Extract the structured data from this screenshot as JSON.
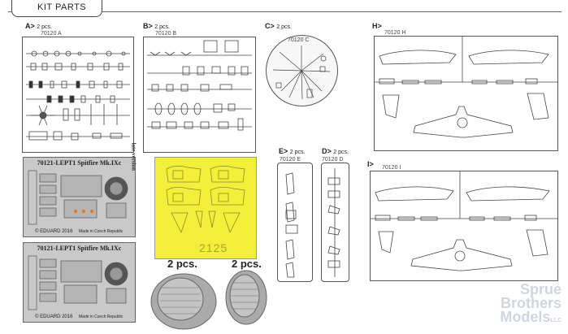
{
  "header": {
    "title": "KIT PARTS"
  },
  "sprues": {
    "A": {
      "letter": "A>",
      "pcs": "2 pcs.",
      "code": "70120 A"
    },
    "B": {
      "letter": "B>",
      "pcs": "2 pcs.",
      "code": "70120 B"
    },
    "C": {
      "letter": "C>",
      "pcs": "2 pcs.",
      "code": "70120 C"
    },
    "H": {
      "letter": "H>",
      "code": "70120 H"
    },
    "E": {
      "letter": "E>",
      "pcs": "2 pcs.",
      "code": "70120 E"
    },
    "D": {
      "letter": "D>",
      "pcs": "2 pcs.",
      "code": "70120 D"
    },
    "I": {
      "letter": "I>",
      "code": "70120 I"
    }
  },
  "photoetch": {
    "top": {
      "title": "70121-LEPT1 Spitfire Mk.IXc",
      "side": "late version",
      "copyright": "© EDUARD 2016",
      "made_in": "Made in Czech Republic"
    },
    "bottom": {
      "title": "70121-LEPT1 Spitfire Mk.IXc",
      "copyright": "© EDUARD 2016",
      "made_in": "Made in Czech Republic"
    }
  },
  "mask": {
    "number": "2125"
  },
  "resin": {
    "left_pcs": "2 pcs.",
    "right_pcs": "2 pcs."
  },
  "watermark": {
    "line1": "Sprue",
    "line2": "Brothers",
    "line3": "Models",
    "suffix": "LLC"
  }
}
